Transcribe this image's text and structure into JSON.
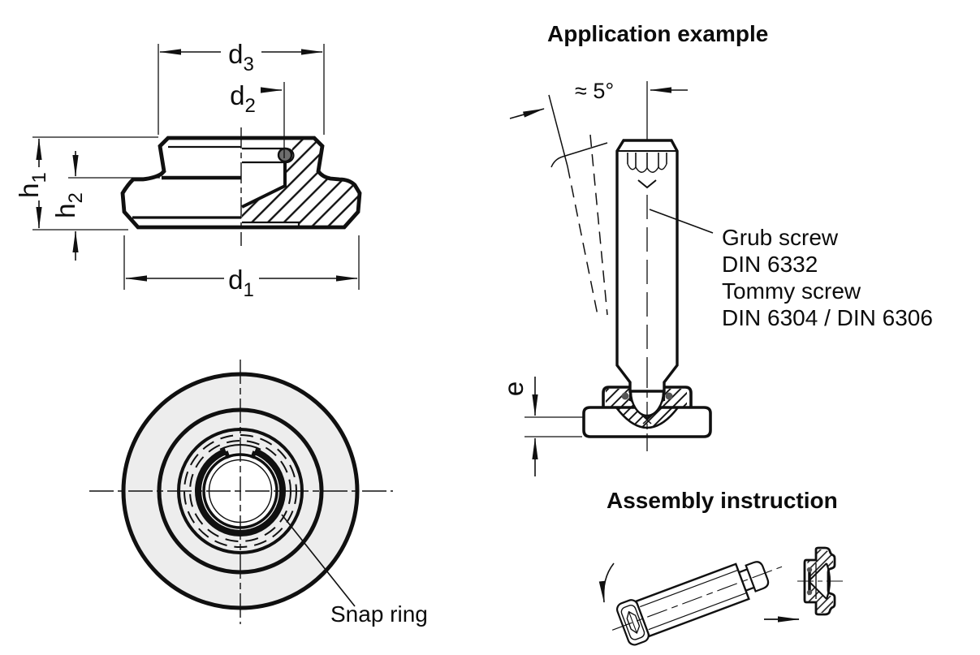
{
  "figure": {
    "headings": {
      "application": "Application example",
      "assembly": "Assembly instruction"
    },
    "labels": {
      "snap_ring": "Snap ring",
      "angle": "≈ 5°",
      "screw_note_lines": [
        "Grub screw",
        "DIN 6332",
        "Tommy screw",
        "DIN 6304 / DIN 6306"
      ]
    },
    "dimensions": {
      "d1": {
        "base": "d",
        "sub": "1"
      },
      "d2": {
        "base": "d",
        "sub": "2"
      },
      "d3": {
        "base": "d",
        "sub": "3"
      },
      "h1": {
        "base": "h",
        "sub": "1"
      },
      "h2": {
        "base": "h",
        "sub": "2"
      },
      "e": {
        "base": "e",
        "sub": ""
      }
    },
    "colors": {
      "line": "#101010",
      "part_fill": "#ededed",
      "snap_dot": "#6e6e6e",
      "background": "#ffffff"
    }
  }
}
